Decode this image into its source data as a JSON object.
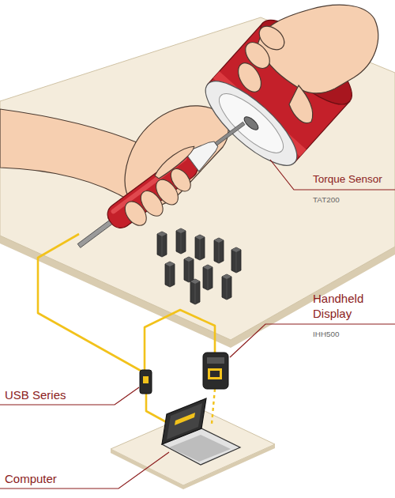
{
  "diagram": {
    "labels": [
      "Torque Sensor",
      "TAT200",
      "Handheld Display",
      "IHH500",
      "USB Series",
      "Computer"
    ]
  }
}
